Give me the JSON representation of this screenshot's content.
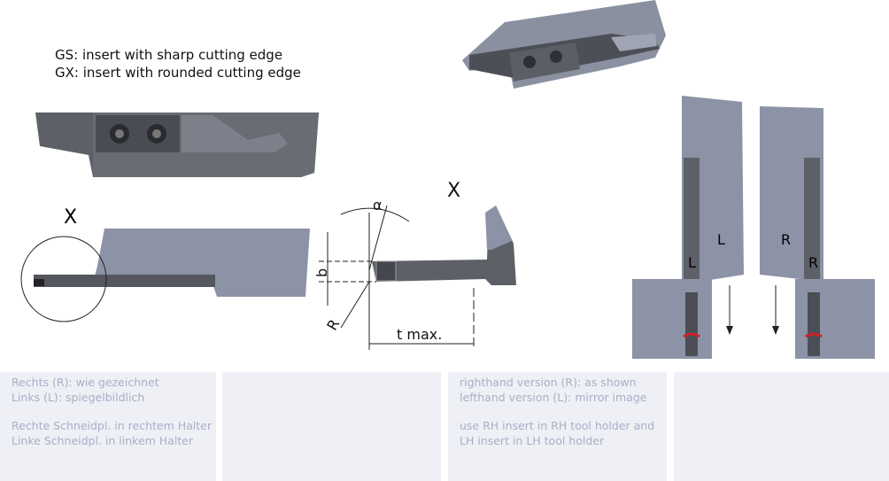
{
  "legend": {
    "gs": "GS: insert with sharp cutting edge",
    "gx": "GX: insert with rounded cutting edge"
  },
  "drawing_labels": {
    "detail_x_left": "X",
    "detail_x_mid": "X",
    "alpha": "α",
    "b": "b",
    "r": "R",
    "t_max": "t max.",
    "holder_l": "L",
    "insert_l": "L",
    "holder_r": "R",
    "insert_r": "R"
  },
  "panels": {
    "de": {
      "line1": "Rechts (R): wie gezeichnet",
      "line2": "Links (L): spiegelbildlich ",
      "line3": "Rechte Schneidpl. in rechtem Halter",
      "line4": "Linke Schneidpl. in linkem Halter"
    },
    "en": {
      "line1": "righthand version (R): as shown",
      "line2": "lefthand version (L): mirror image",
      "line3": "use RH insert in RH tool holder and",
      "line4": "LH insert in LH tool holder"
    }
  },
  "colors": {
    "steel": "#5f6068",
    "holder": "#8c93a6",
    "panel": "#eef0f6",
    "panel_text": "#a9afc6",
    "accent": "#d0202a"
  }
}
